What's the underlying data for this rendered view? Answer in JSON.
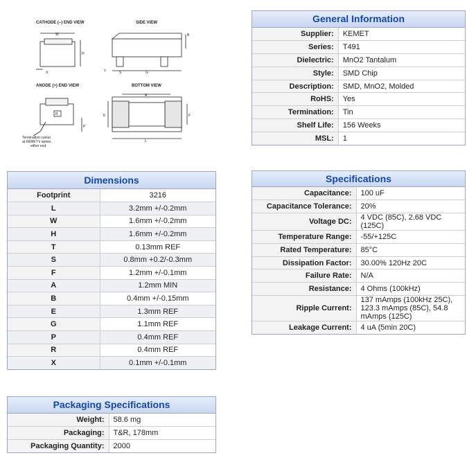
{
  "drawing": {
    "cathode_label": "CATHODE (–) END VIEW",
    "side_label": "SIDE VIEW",
    "anode_label": "ANODE (+) END VIEW",
    "bottom_label": "BOTTOM VIEW",
    "note_line1": "Termination cutout",
    "note_line2": "at KEMET's option,",
    "note_line3": "either end",
    "dim_letters": {
      "W": "W",
      "H": "H",
      "X": "X",
      "B": "B",
      "T": "T",
      "S": "S",
      "G": "G",
      "A": "A",
      "E": "E",
      "F": "F",
      "L": "L",
      "R": "R",
      "P": "P"
    }
  },
  "general": {
    "title": "General Information",
    "rows": [
      {
        "k": "Supplier:",
        "v": "KEMET"
      },
      {
        "k": "Series:",
        "v": "T491"
      },
      {
        "k": "Dielectric:",
        "v": "MnO2 Tantalum"
      },
      {
        "k": "Style:",
        "v": "SMD Chip"
      },
      {
        "k": "Description:",
        "v": "SMD, MnO2, Molded"
      },
      {
        "k": "RoHS:",
        "v": "Yes"
      },
      {
        "k": "Termination:",
        "v": "Tin"
      },
      {
        "k": "Shelf Life:",
        "v": "156 Weeks"
      },
      {
        "k": "MSL:",
        "v": "1"
      }
    ]
  },
  "dimensions": {
    "title": "Dimensions",
    "rows": [
      {
        "k": "Footprint",
        "v": "3216"
      },
      {
        "k": "L",
        "v": "3.2mm +/-0.2mm"
      },
      {
        "k": "W",
        "v": "1.6mm +/-0.2mm"
      },
      {
        "k": "H",
        "v": "1.6mm +/-0.2mm"
      },
      {
        "k": "T",
        "v": "0.13mm REF"
      },
      {
        "k": "S",
        "v": "0.8mm +0.2/-0.3mm"
      },
      {
        "k": "F",
        "v": "1.2mm +/-0.1mm"
      },
      {
        "k": "A",
        "v": "1.2mm MIN"
      },
      {
        "k": "B",
        "v": "0.4mm +/-0.15mm"
      },
      {
        "k": "E",
        "v": "1.3mm REF"
      },
      {
        "k": "G",
        "v": "1.1mm REF"
      },
      {
        "k": "P",
        "v": "0.4mm REF"
      },
      {
        "k": "R",
        "v": "0.4mm REF"
      },
      {
        "k": "X",
        "v": "0.1mm +/-0.1mm"
      }
    ]
  },
  "specifications": {
    "title": "Specifications",
    "rows": [
      {
        "k": "Capacitance:",
        "v": "100 uF"
      },
      {
        "k": "Capacitance Tolerance:",
        "v": "20%"
      },
      {
        "k": "Voltage DC:",
        "v": "4 VDC (85C), 2.68 VDC (125C)"
      },
      {
        "k": "Temperature Range:",
        "v": "-55/+125C"
      },
      {
        "k": "Rated Temperature:",
        "v": "85°C"
      },
      {
        "k": "Dissipation Factor:",
        "v": "30.00% 120Hz 20C"
      },
      {
        "k": "Failure Rate:",
        "v": "N/A"
      },
      {
        "k": "Resistance:",
        "v": "4 Ohms (100kHz)"
      },
      {
        "k": "Ripple Current:",
        "v": "137 mAmps (100kHz 25C), 123.3 mAmps (85C), 54.8 mAmps (125C)"
      },
      {
        "k": "Leakage Current:",
        "v": "4 uA (5min 20C)"
      }
    ]
  },
  "packaging": {
    "title": "Packaging Specifications",
    "rows": [
      {
        "k": "Weight:",
        "v": "58.6 mg"
      },
      {
        "k": "Packaging:",
        "v": "T&R, 178mm"
      },
      {
        "k": "Packaging Quantity:",
        "v": "2000"
      }
    ]
  }
}
